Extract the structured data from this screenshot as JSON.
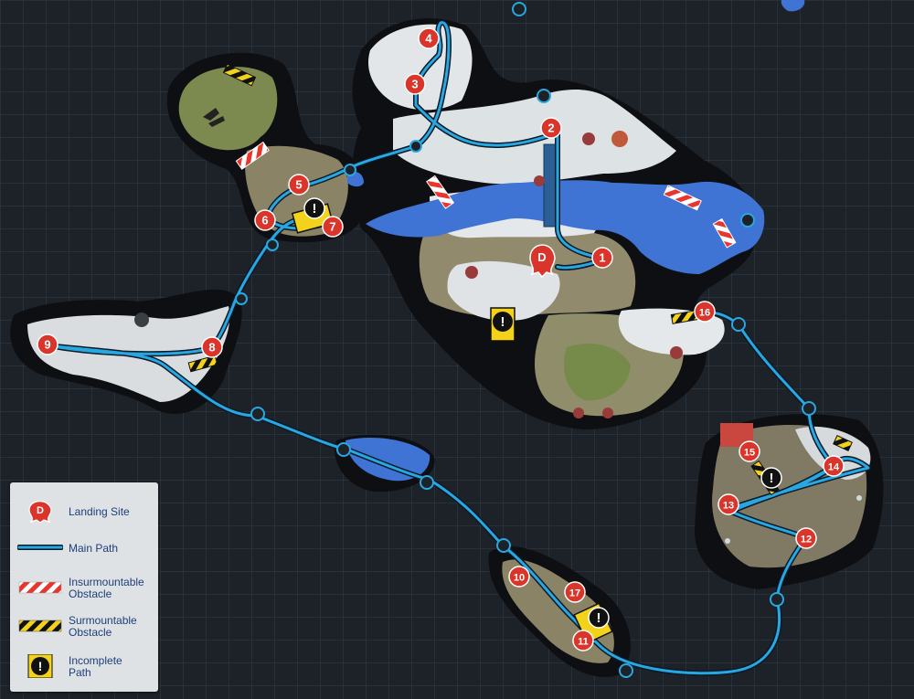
{
  "map": {
    "markers": [
      {
        "label": "1"
      },
      {
        "label": "2"
      },
      {
        "label": "3"
      },
      {
        "label": "4"
      },
      {
        "label": "5"
      },
      {
        "label": "6"
      },
      {
        "label": "7"
      },
      {
        "label": "8"
      },
      {
        "label": "9"
      },
      {
        "label": "10"
      },
      {
        "label": "11"
      },
      {
        "label": "12"
      },
      {
        "label": "13"
      },
      {
        "label": "14"
      },
      {
        "label": "15"
      },
      {
        "label": "16"
      },
      {
        "label": "17"
      }
    ],
    "landing_glyph": "D",
    "incomplete_glyph": "!"
  },
  "legend": {
    "landing_site": "Landing Site",
    "main_path": "Main Path",
    "insurmountable_line1": "Insurmountable",
    "insurmountable_line2": "Obstacle",
    "surmountable_line1": "Surmountable",
    "surmountable_line2": "Obstacle",
    "incomplete_line1": "Incomplete",
    "incomplete_line2": "Path"
  },
  "colors": {
    "path": "#2aa7e0",
    "marker": "#d9352b",
    "water": "#3f74d4",
    "snow": "#dfe4e6",
    "ground": "#8a8366",
    "grass": "#7e8b50",
    "insurmountable": "#e8352e",
    "surmountable": "#f2d21b",
    "legend_text": "#1d3f7a"
  }
}
